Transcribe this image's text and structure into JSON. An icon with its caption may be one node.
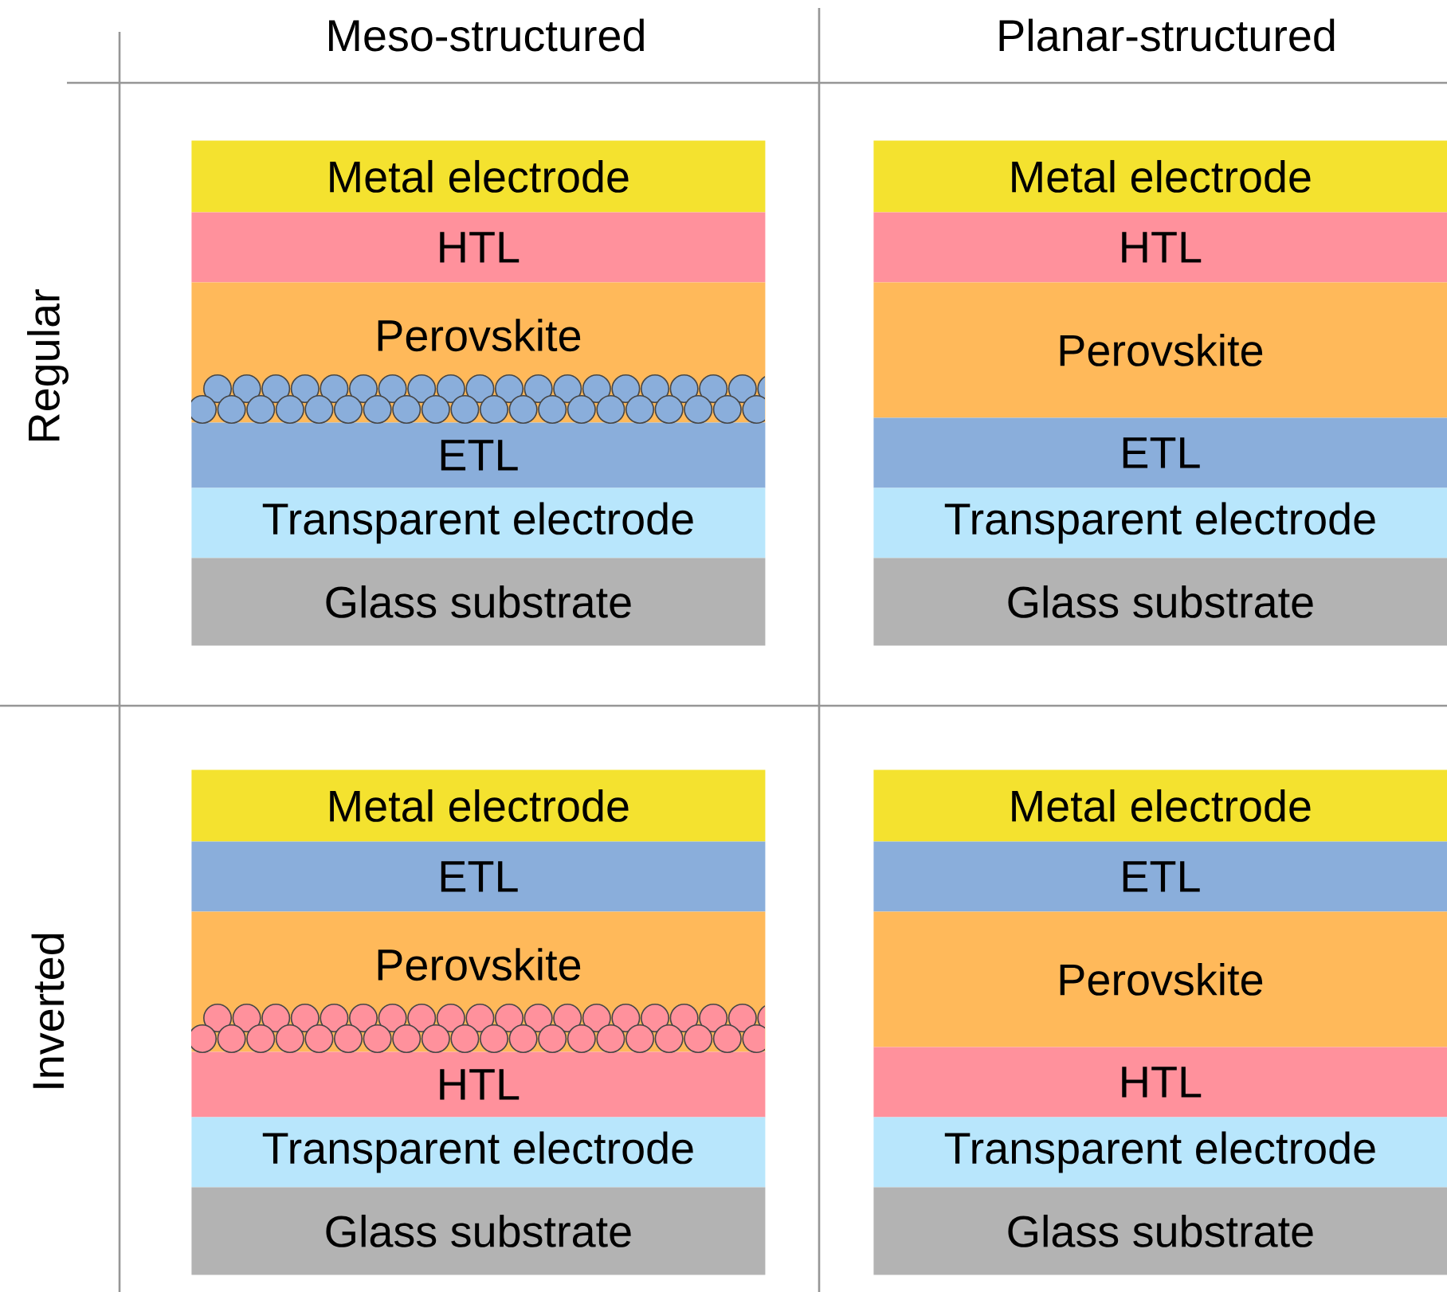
{
  "diagram": {
    "nodes": [
      {
        "text": [
          "Metal electrode"
        ]
      },
      {
        "text": [
          "HTL"
        ]
      },
      {
        "text": [
          "Perovskite"
        ]
      },
      {
        "text": [
          "ETL"
        ]
      },
      {
        "text": [
          "Transparent electrode"
        ]
      },
      {
        "text": [
          "Glass substrate"
        ]
      },
      {
        "text": [
          "Metal electrode"
        ]
      },
      {
        "text": [
          "HTL"
        ]
      },
      {
        "text": [
          "Perovskite"
        ]
      },
      {
        "text": [
          "ETL"
        ]
      },
      {
        "text": [
          "Transparent electrode"
        ]
      },
      {
        "text": [
          "Glass substrate"
        ]
      },
      {
        "text": [
          "Metal electrode"
        ]
      },
      {
        "text": [
          "ETL"
        ]
      },
      {
        "text": [
          "Perovskite"
        ]
      },
      {
        "text": [
          "HTL"
        ]
      },
      {
        "text": [
          "Transparent electrode"
        ]
      },
      {
        "text": [
          "Glass substrate"
        ]
      },
      {
        "text": [
          "Metal electrode"
        ]
      },
      {
        "text": [
          "ETL"
        ]
      },
      {
        "text": [
          "Perovskite"
        ]
      },
      {
        "text": [
          "HTL"
        ]
      },
      {
        "text": [
          "Transparent electrode"
        ]
      },
      {
        "text": [
          "Glass substrate"
        ]
      }
    ],
    "labels": [
      "Meso-structured",
      "Planar-structured",
      "Regular",
      "Inverted"
    ]
  }
}
